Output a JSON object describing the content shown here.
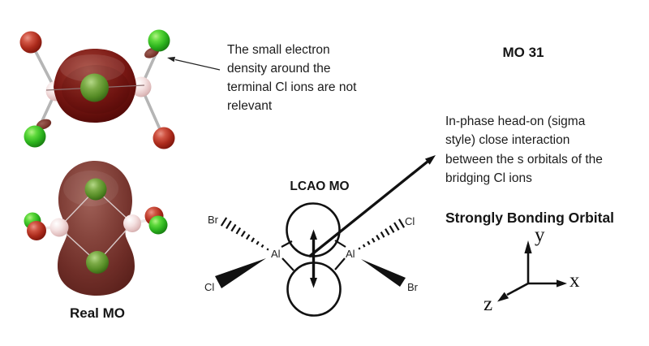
{
  "figure": {
    "terminal_note": {
      "lines": [
        "The small electron",
        "density around the",
        "terminal Cl ions are not",
        "relevant"
      ]
    },
    "mo_title": "MO 31",
    "interaction_note": {
      "lines": [
        "In-phase head-on (sigma",
        "style) close interaction",
        "between the s orbitals of the",
        "bridging Cl ions"
      ]
    },
    "bonding_label": "Strongly Bonding Orbital",
    "real_mo_label": "Real MO",
    "lcao": {
      "title": "LCAO MO",
      "al_left": "Al",
      "al_right": "Al",
      "br_left": "Br",
      "cl_left": "Cl",
      "cl_right": "Cl",
      "br_right": "Br"
    },
    "axes": {
      "x": "x",
      "y": "y",
      "z": "z"
    },
    "colors": {
      "orbital_dark_red": "#771713",
      "orbital_soft_red": "#86453d",
      "atom_bright_green": "#2cb31d",
      "atom_olive_green": "#558c25",
      "atom_red": "#ab2a1b",
      "atom_pink": "#f4e0e0",
      "line_black": "#111111"
    }
  }
}
